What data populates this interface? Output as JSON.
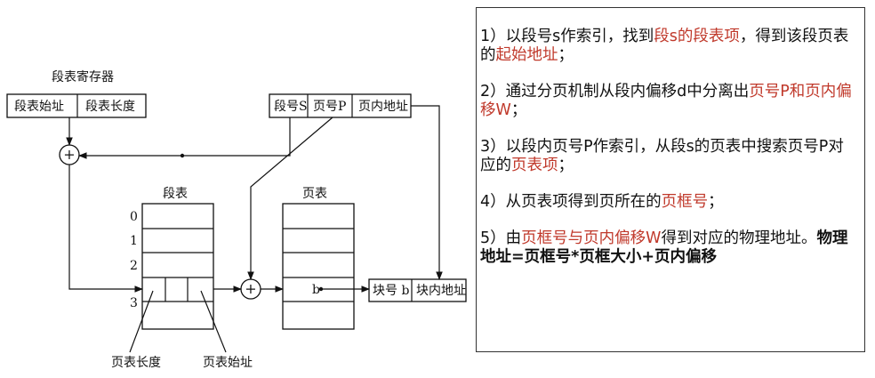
{
  "diagram": {
    "segment_register_title": "段表寄存器",
    "segment_register_fields": [
      "段表始址",
      "段表长度"
    ],
    "logical_address_fields": [
      "段号S",
      "页号P",
      "页内地址"
    ],
    "segment_table_title": "段表",
    "page_table_title": "页表",
    "row_numbers": [
      "0",
      "1",
      "2",
      "3"
    ],
    "page_entry_value": "b",
    "physical_address_fields": [
      "块号 b",
      "块内地址"
    ],
    "label_page_table_length": "页表长度",
    "label_page_table_base": "页表始址",
    "adder_symbol": "+"
  },
  "notes": {
    "steps": [
      [
        {
          "text": "1）以段号s作索引，找到"
        },
        {
          "text": "段s的段表项",
          "color": "#c0392b"
        },
        {
          "text": "，得到该段页表的"
        },
        {
          "text": "起始地址",
          "color": "#c0392b"
        },
        {
          "text": "；"
        }
      ],
      [
        {
          "text": "2）通过分页机制从段内偏移d中分离出"
        },
        {
          "text": "页号P和页内偏移W",
          "color": "#c0392b"
        },
        {
          "text": "；"
        }
      ],
      [
        {
          "text": "3）以段内页号P作索引，从段s的页表中搜索页号P对应的"
        },
        {
          "text": "页表项",
          "color": "#c0392b"
        },
        {
          "text": "；"
        }
      ],
      [
        {
          "text": "4）从页表项得到页所在的"
        },
        {
          "text": "页框号",
          "color": "#c0392b"
        },
        {
          "text": "；"
        }
      ],
      [
        {
          "text": "5）由"
        },
        {
          "text": "页框号与页内偏移W",
          "color": "#c0392b"
        },
        {
          "text": "得到对应的物理地址。"
        },
        {
          "text": "物理地址=页框号*页框大小+页内偏移",
          "bold": true
        }
      ]
    ]
  }
}
